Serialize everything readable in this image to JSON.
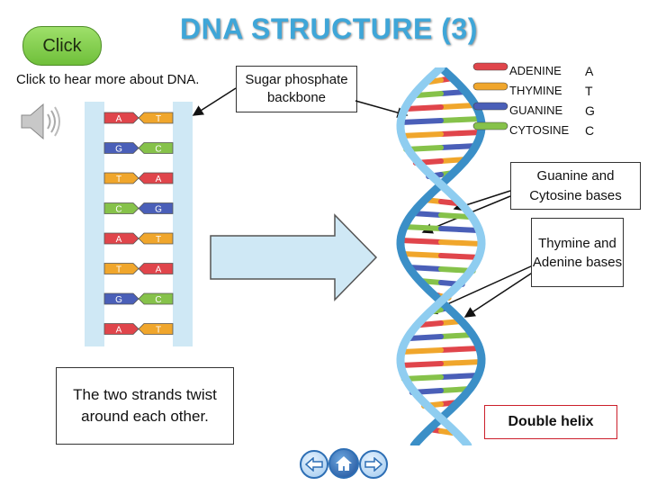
{
  "click_label": "Click",
  "title": "DNA STRUCTURE (3)",
  "hear_more": "Click to hear more about DNA.",
  "sugar_label": "Sugar phosphate backbone",
  "twist_label": "The two strands twist around each other.",
  "gc_label": "Guanine and Cytosine bases",
  "ta_label": "Thymine and Adenine bases",
  "double_helix_label": "Double helix",
  "legend": [
    {
      "name": "ADENINE",
      "letter": "A",
      "color": "#e0454b"
    },
    {
      "name": "THYMINE",
      "letter": "T",
      "color": "#f0a62c"
    },
    {
      "name": "GUANINE",
      "letter": "G",
      "color": "#4a5fb8"
    },
    {
      "name": "CYTOSINE",
      "letter": "C",
      "color": "#86c24a"
    }
  ],
  "ladder_pairs": [
    {
      "left": "A",
      "right": "T"
    },
    {
      "left": "G",
      "right": "C"
    },
    {
      "left": "T",
      "right": "A"
    },
    {
      "left": "C",
      "right": "G"
    },
    {
      "left": "A",
      "right": "T"
    },
    {
      "left": "T",
      "right": "A"
    },
    {
      "left": "G",
      "right": "C"
    },
    {
      "left": "A",
      "right": "T"
    }
  ],
  "colors": {
    "title": "#3fa6d8",
    "strand": "#cfe8f5",
    "helix_backbone": "#3b8fc7",
    "double_helix_border": "#cc1f2b"
  },
  "icons": [
    "speaker-icon",
    "back-arrow-icon",
    "home-icon",
    "forward-arrow-icon"
  ]
}
